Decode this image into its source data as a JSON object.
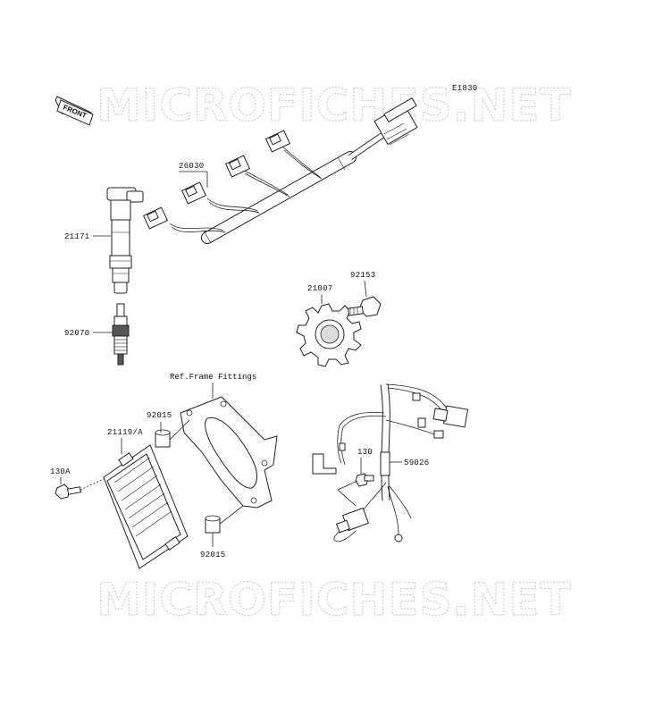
{
  "diagram_code": "E1830",
  "front_label": "FRONT",
  "watermark": "MICROFICHES.NET",
  "ref_label": "Ref.Frame Fittings",
  "parts": {
    "p26030": "26030",
    "p21171": "21171",
    "p92070": "92070",
    "p21007": "21007",
    "p92153": "92153",
    "p21119a": "21119/A",
    "p92015_top": "92015",
    "p92015_bottom": "92015",
    "p130a": "130A",
    "p130": "130",
    "p59026": "59026"
  }
}
